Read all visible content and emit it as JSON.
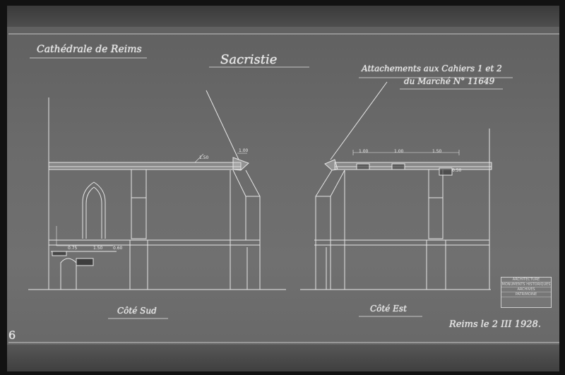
{
  "sheet": {
    "title_left": "Cathédrale de Reims",
    "title_center": "Sacristie",
    "ref_line1": "Attachements aux Cahiers 1 et 2",
    "ref_line2": "du Marché N° 11649",
    "view_south": "Côté Sud",
    "view_east": "Côté Est",
    "signature_date": "Reims le 2 III 1928.",
    "page_number": "6"
  },
  "stamp": {
    "lines": [
      "ARCHITECTURE",
      "MONUMENTS HISTORIQUES",
      "ARCHIVES",
      "PATRIMOINE"
    ]
  },
  "dimensions": {
    "south_roof": "1.50",
    "south_ridge": "1.00",
    "east_a": "1.00",
    "east_b": "1.00",
    "east_c": "1.50",
    "east_d": "0.50",
    "south_a": "0.75",
    "south_b": "1.50",
    "south_c": "0.60"
  }
}
